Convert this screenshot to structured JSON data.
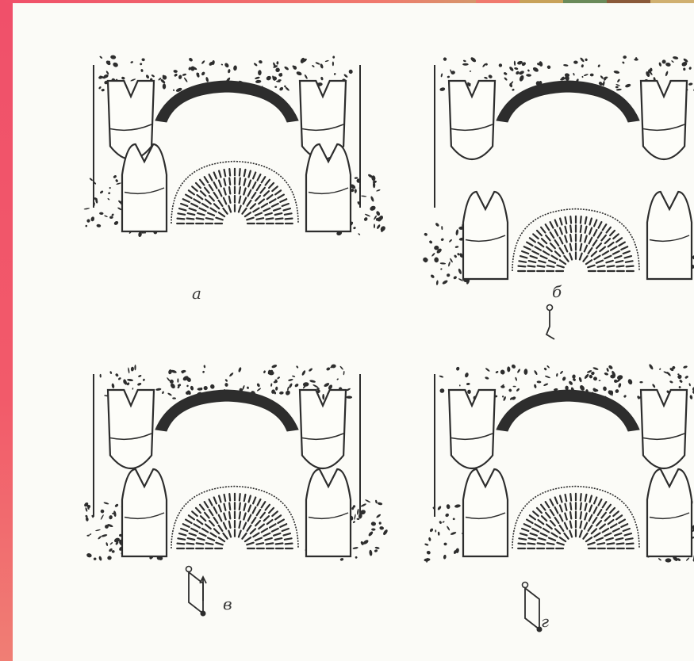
{
  "panels": [
    {
      "id": "a",
      "label": "а"
    },
    {
      "id": "b",
      "label": "б"
    },
    {
      "id": "v",
      "label": "в"
    },
    {
      "id": "g",
      "label": "г"
    }
  ],
  "colors": {
    "ink": "#2d2d2d",
    "paper": "#fbfbf7",
    "edge": "#f0506a",
    "deco": [
      "#f07a6e",
      "#c8a25a",
      "#6a8a5a",
      "#8a5a3a",
      "#d0b070"
    ]
  }
}
